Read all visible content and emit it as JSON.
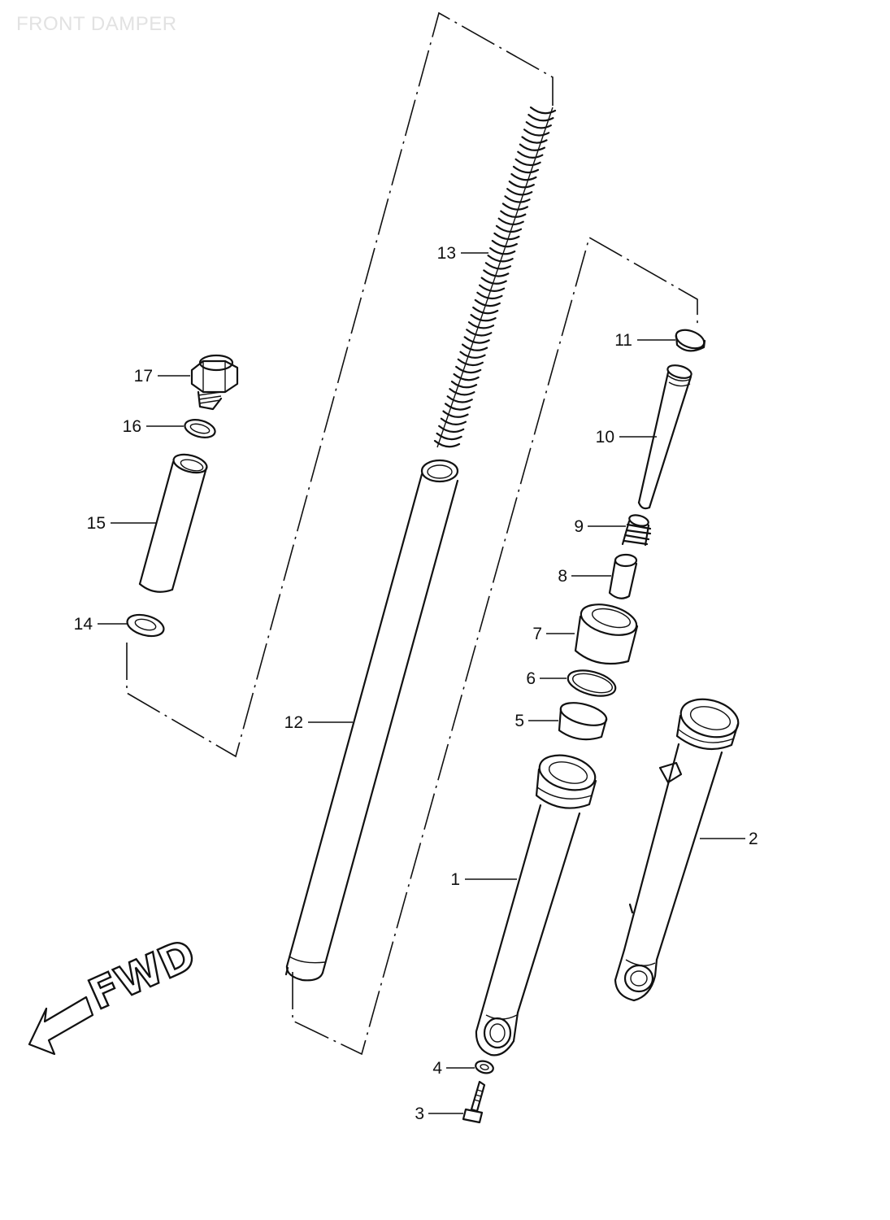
{
  "diagram": {
    "title": "FRONT DAMPER",
    "direction_label": "FWD",
    "callouts": [
      {
        "number": "1"
      },
      {
        "number": "2"
      },
      {
        "number": "3"
      },
      {
        "number": "4"
      },
      {
        "number": "5"
      },
      {
        "number": "6"
      },
      {
        "number": "7"
      },
      {
        "number": "8"
      },
      {
        "number": "9"
      },
      {
        "number": "10"
      },
      {
        "number": "11"
      },
      {
        "number": "12"
      },
      {
        "number": "13"
      },
      {
        "number": "14"
      },
      {
        "number": "15"
      },
      {
        "number": "16"
      },
      {
        "number": "17"
      }
    ]
  }
}
